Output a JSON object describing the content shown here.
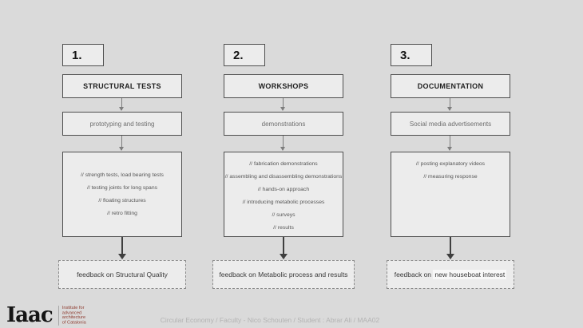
{
  "slide": {
    "footer": "Circular Economy /  Faculty - Nico Schouten  / Student : Abrar Ali / MAA02",
    "logo": {
      "wordmark": "Iaac",
      "tagline": [
        "Institute for",
        "advanced",
        "architecture",
        "of Catalonia"
      ]
    },
    "colors": {
      "background": "#dadada",
      "box_fill": "#ececec",
      "box_border": "#4f4f4f",
      "arrow_gray": "#7d7d7d",
      "arrow_dark": "#3f3f3f",
      "logo_tagline_red": "#8e3b2f",
      "footer_gray": "#b3b3b3"
    }
  },
  "columns": [
    {
      "number": "1.",
      "title": "STRUCTURAL TESTS",
      "subtitle": "prototyping and testing",
      "details": [
        "// strength tests,  load bearing tests",
        "// testing joints for long spans",
        "// floating structures",
        "// retro fitting"
      ],
      "feedback": "feedback on Structural Quality"
    },
    {
      "number": "2.",
      "title": "WORKSHOPS",
      "subtitle": "demonstrations",
      "details": [
        "// fabrication demonstrations",
        "// assembling and disassembling demonstrations",
        "// hands-on approach",
        "// introducing metabolic processes",
        "// surveys",
        "// results"
      ],
      "feedback": "feedback on Metabolic process and results"
    },
    {
      "number": "3.",
      "title": "DOCUMENTATION",
      "subtitle": "Social media advertisements",
      "details": [
        "// posting explanatory videos",
        "// measuring response"
      ],
      "feedback_prefix": "feedback on ",
      "feedback_highlight": "new houseboat interest"
    }
  ]
}
